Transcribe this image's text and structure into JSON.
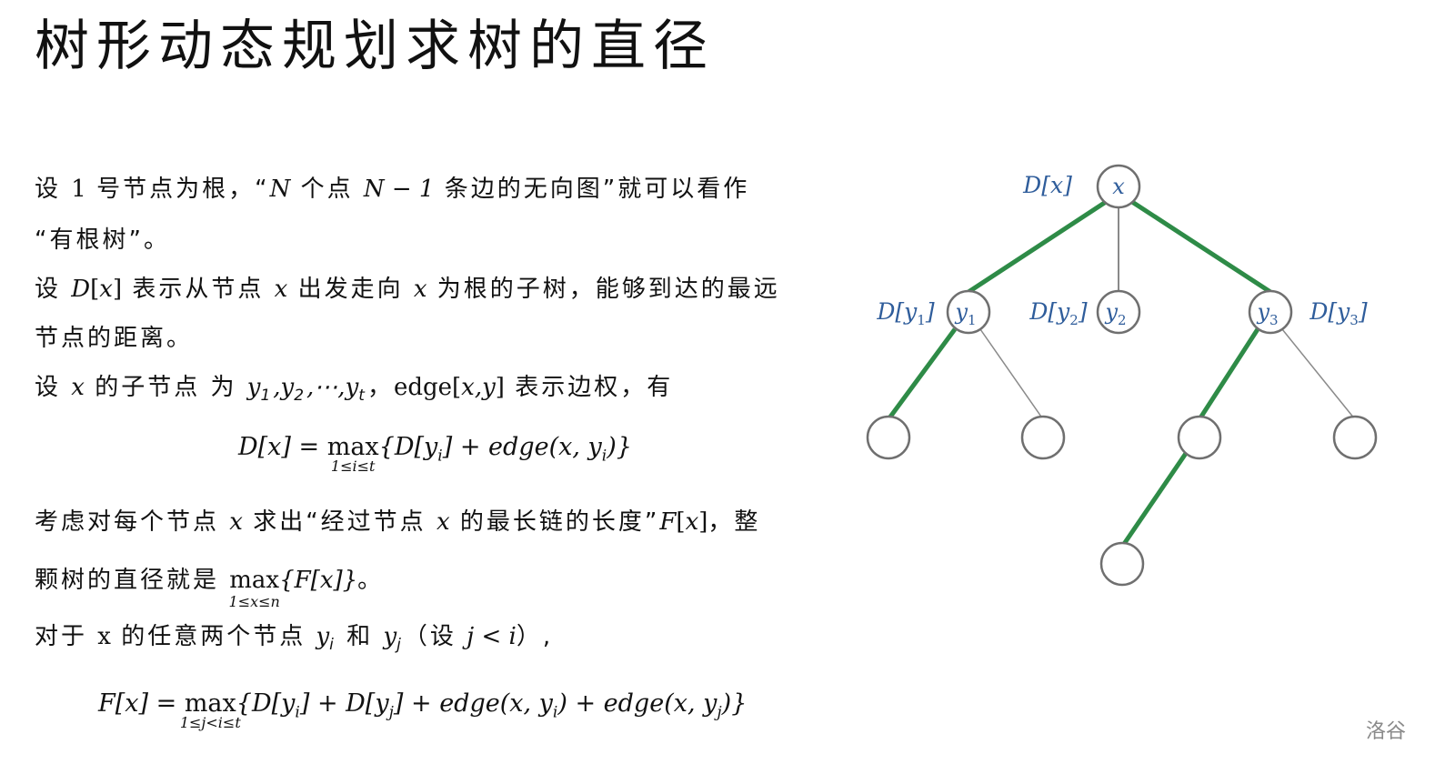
{
  "title": "树形动态规划求树的直径",
  "p1": {
    "a": "设 ",
    "b": "1",
    "c": " 号节点为根，“",
    "d": "N",
    "e": " 个点 ",
    "f": "N − 1",
    "g": " 条边的无向图”就可以看作"
  },
  "p1b": "“有根树”。",
  "p2": {
    "a": "设 ",
    "b": "D",
    "c": "[",
    "d": "x",
    "e": "]",
    "f": " 表示从节点 ",
    "g": "x",
    "h": " 出发走向 ",
    "i": "x",
    "j": " 为根的子树，能够到达的最远"
  },
  "p2b": "节点的距离。",
  "p3": {
    "a": "设 ",
    "b": "x",
    "c": " 的子节点 为 ",
    "d1": "y",
    "s1": "1",
    "d2": ",y",
    "s2": "2",
    "d3": ",⋯,y",
    "s3": "t",
    "e": "，",
    "f": "edge[",
    "g": "x,y",
    "h": "]",
    "i": " 表示边权，有"
  },
  "formula1": {
    "lhs": "D[x] = ",
    "op": "max",
    "lim": "1≤i≤t",
    "rhs1": "{D[y",
    "sub1": "i",
    "rhs2": "] + edge(x, y",
    "sub2": "i",
    "rhs3": ")}"
  },
  "p4": {
    "a": "考虑对每个节点 ",
    "b": "x",
    "c": " 求出“经过节点 ",
    "d": "x",
    "e": " 的最长链的长度”",
    "f": "F",
    "g": "[",
    "h": "x",
    "i": "]",
    "j": "，整"
  },
  "p5": {
    "a": "颗树的直径就是 ",
    "op": "max",
    "lim": "1≤x≤n",
    "b": "{F[x]}",
    "c": "。"
  },
  "p6": {
    "a": "对于 ",
    "b": "x",
    "c": " 的任意两个节点 ",
    "d": "y",
    "ds": "i",
    "e": " 和 ",
    "f": "y",
    "fs": "j",
    "g": "（设 ",
    "h": "j < i",
    "i": "）,"
  },
  "formula2": {
    "lhs": "F[x] = ",
    "op": "max",
    "lim": "1≤j<i≤t",
    "r1": "{D[y",
    "s1": "i",
    "r2": "] + D[y",
    "s2": "j",
    "r3": "] + edge(x, y",
    "s3": "i",
    "r4": ") + edge(x, y",
    "s4": "j",
    "r5": ")}"
  },
  "watermark": "洛谷",
  "diagram": {
    "colors": {
      "label": "#2f5d9b",
      "highlight": "#2e8b47",
      "edge": "#8a8a8a",
      "node": "#6f6f6f"
    },
    "nodes": {
      "x": {
        "text": "x",
        "sub": ""
      },
      "y1": {
        "text": "y",
        "sub": "1"
      },
      "y2": {
        "text": "y",
        "sub": "2"
      },
      "y3": {
        "text": "y",
        "sub": "3"
      }
    },
    "labels": {
      "dx": {
        "text": "D[x]",
        "sub": ""
      },
      "dy1": {
        "text": "D[y",
        "sub": "1",
        "close": "]"
      },
      "dy2": {
        "text": "D[y",
        "sub": "2",
        "close": "]"
      },
      "dy3": {
        "text": "D[y",
        "sub": "3",
        "close": "]"
      }
    }
  }
}
